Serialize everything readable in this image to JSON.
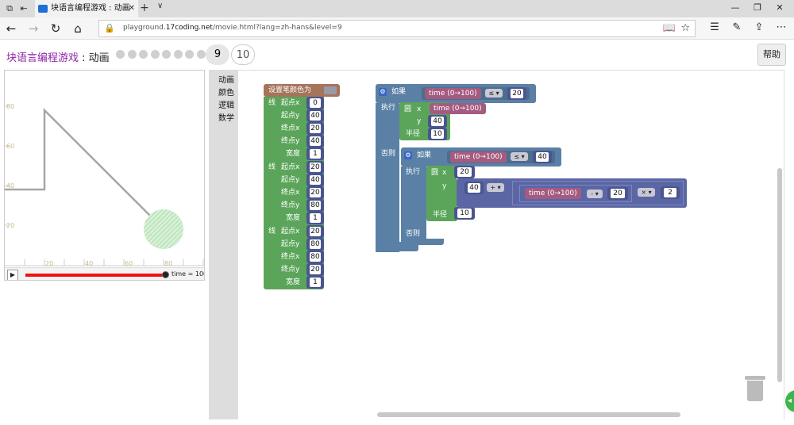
{
  "browser": {
    "tab_title": "块语言编程游戏 : 动画",
    "tab_close": "✕",
    "new_tab": "+",
    "tab_menu": "∨",
    "url_prefix": "playground.",
    "url_host": "17coding.net",
    "url_path": "/movie.html?lang=zh-hans&level=9",
    "win_min": "—",
    "win_max": "❐",
    "win_close": "✕",
    "back": "←",
    "forward": "→",
    "refresh": "↻",
    "home": "⌂",
    "reading_view": "📖",
    "favorite": "☆",
    "hub": "☰",
    "notes": "✎",
    "share": "⇪",
    "more": "⋯"
  },
  "header": {
    "game_name": "块语言编程游戏",
    "separator": " : ",
    "page_name": "动画",
    "current_level": "9",
    "next_level": "10",
    "completed_dots": 8,
    "help_label": "帮助"
  },
  "viz": {
    "y_ticks": [
      "80",
      "60",
      "40",
      "20"
    ],
    "x_ticks": [
      "20",
      "40",
      "60",
      "80"
    ],
    "play_icon": "▶",
    "time_label": "time = 100",
    "time_progress": 1.0
  },
  "toolbox": {
    "categories": [
      "动画",
      "颜色",
      "逻辑",
      "数学"
    ]
  },
  "blocks": {
    "set_pen_color": "设置笔颜色为",
    "line": "线",
    "start_x": "起点x",
    "start_y": "起点y",
    "end_x": "终点x",
    "end_y": "终点y",
    "width": "宽度",
    "line1": {
      "sx": "0",
      "sy": "40",
      "ex": "20",
      "ey": "40",
      "w": "1"
    },
    "line2": {
      "sx": "20",
      "sy": "40",
      "ex": "20",
      "ey": "80",
      "w": "1"
    },
    "line3": {
      "sx": "20",
      "sy": "80",
      "ex": "80",
      "ey": "20",
      "w": "1"
    },
    "if": "如果",
    "do": "执行",
    "else": "否则",
    "circle": "圆",
    "x": "x",
    "y": "y",
    "radius": "半径",
    "time_var": "time (0→100)",
    "op_le": "≤ ▾",
    "op_minus": "- ▾",
    "op_plus": "+ ▾",
    "op_times": "× ▾",
    "cond1_val": "20",
    "circle1": {
      "x_var": "time (0→100)",
      "y": "40",
      "r": "10"
    },
    "cond2_val": "40",
    "circle2": {
      "x": "20",
      "y_base": "40",
      "sub_val": "20",
      "mul_val": "2",
      "r": "10"
    }
  },
  "colors": {
    "motion": "#5ba55b",
    "logic": "#5b80a5",
    "math": "#5b67a5",
    "variable": "#a55b80",
    "color": "#a5745b",
    "timeline": "#ee1111",
    "title_accent": "#8e24aa"
  }
}
